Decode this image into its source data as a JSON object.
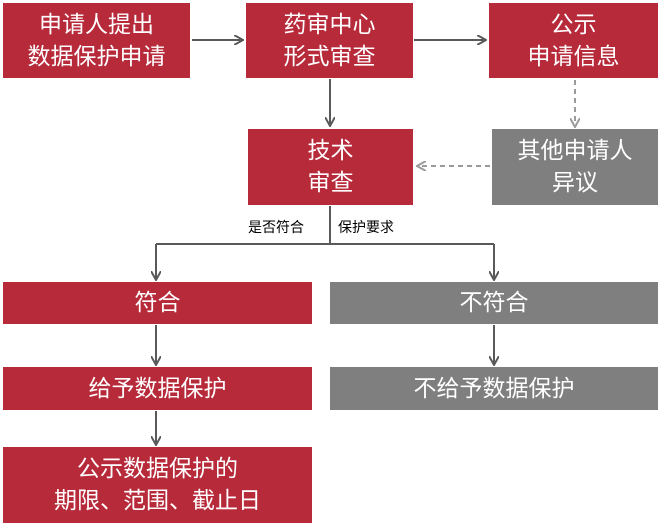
{
  "nodes": {
    "apply": [
      "申请人提出",
      "数据保护申请"
    ],
    "center": [
      "药审中心",
      "形式审查"
    ],
    "publicize": [
      "公示",
      "申请信息"
    ],
    "technical": [
      "技术",
      "审查"
    ],
    "objection": [
      "其他申请人",
      "异议"
    ],
    "conform": "符合",
    "nonconform": "不符合",
    "grant": "给予数据保护",
    "deny": "不给予数据保护",
    "announce": [
      "公示数据保护的",
      "期限、范围、截止日"
    ]
  },
  "labels": {
    "question_left": "是否符合",
    "question_right": "保护要求"
  },
  "colors": {
    "red": "#b72a3a",
    "gray": "#7f7f7f",
    "connector": "#595959",
    "dashed_connector": "#9a9a9a"
  }
}
